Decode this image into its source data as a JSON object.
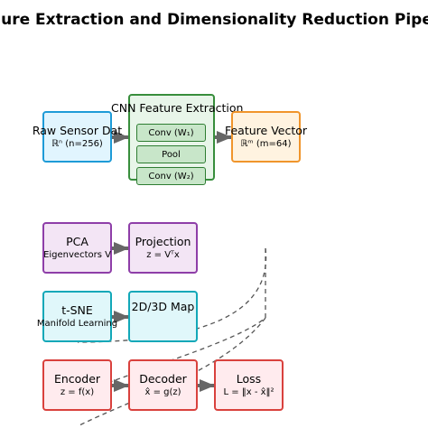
{
  "title": "ure Extraction and Dimensionality Reduction Pipe",
  "nodes": {
    "raw": {
      "label": "Raw Sensor Dat",
      "sub": "ℝⁿ (n=256)"
    },
    "cnn": {
      "label": "CNN Feature Extraction",
      "stages": [
        "Conv (W₁)",
        "Pool",
        "Conv (W₂)"
      ]
    },
    "feat": {
      "label": "Feature Vector",
      "sub": "ℝᵐ (m=64)"
    },
    "pca": {
      "label": "PCA",
      "sub": "Eigenvectors V"
    },
    "proj": {
      "label": "Projection",
      "sub": "z = Vᵀx"
    },
    "tsne": {
      "label": "t-SNE",
      "sub": "Manifold Learning"
    },
    "map": {
      "label": "2D/3D Map",
      "sub": ""
    },
    "enc": {
      "label": "Encoder",
      "sub": "z = f(x)"
    },
    "dec": {
      "label": "Decoder",
      "sub": "x̂ = g(z)"
    },
    "loss": {
      "label": "Loss",
      "sub": "L = ‖x - x̂‖²"
    }
  },
  "colors": {
    "blue": "#1e9bd7",
    "blue_fill": "#e1f5fe",
    "green": "#388e3c",
    "green_fill": "#e8f5e9",
    "orange": "#f0952b",
    "orange_fill": "#fff3e0",
    "purple": "#8e3ea8",
    "purple_fill": "#f3e5f5",
    "cyan": "#12a8b8",
    "cyan_fill": "#e0f7fa",
    "red": "#d9413d",
    "red_fill": "#ffebee",
    "arrow": "#666666",
    "dashed": "#555555"
  }
}
